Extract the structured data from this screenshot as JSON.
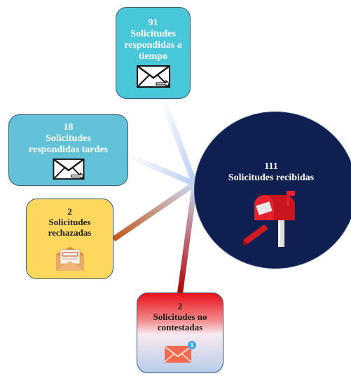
{
  "center": {
    "count": "111",
    "label": "Solicitudes recibidas",
    "icon": "mailbox-icon"
  },
  "nodes": {
    "on_time": {
      "count": "91",
      "label": "Solicitudes respondidas a tiempo",
      "icon": "envelope-icon",
      "color": "#48c7d9"
    },
    "late": {
      "count": "18",
      "label": "Solicitudes respondidas tardes",
      "icon": "envelope-icon",
      "color": "#62c3d8"
    },
    "rejected": {
      "count": "2",
      "label": "Solicitudes rechazadas",
      "icon": "rejected-letter-icon",
      "color": "#fdd85c"
    },
    "unanswered": {
      "count": "2",
      "label": "Solicitudes no contestadas",
      "icon": "notification-mail-icon",
      "color": "#e8101a"
    }
  },
  "colors": {
    "center": "#0f1f4f",
    "connector_light": "#bcd0ee",
    "connector_orange": "#c0581a",
    "connector_red": "#c00000"
  }
}
